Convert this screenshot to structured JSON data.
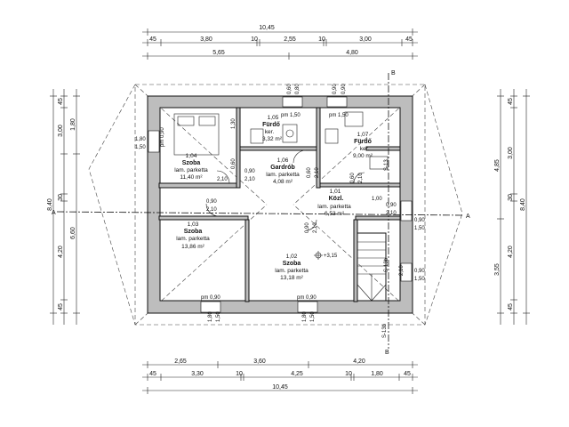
{
  "top_dims": {
    "row1": [
      "10,45"
    ],
    "row2": [
      "45",
      "3,80",
      "10",
      "2,55",
      "10",
      "3,00",
      "45"
    ],
    "row3": [
      "5,65",
      "4,80"
    ]
  },
  "bottom_dims": {
    "row1": [
      "2,65",
      "3,60",
      "4,20"
    ],
    "row2": [
      "45",
      "3,30",
      "10",
      "4,25",
      "10",
      "1,80",
      "45"
    ],
    "row3": [
      "10,45"
    ]
  },
  "left_dims": {
    "inner": [
      "45",
      "1,80",
      "3,00",
      "30",
      "4,20",
      "45"
    ],
    "mid": [
      "6,60"
    ],
    "outer": [
      "8,40"
    ]
  },
  "right_dims": {
    "inner": [
      "45",
      "3,00",
      "30",
      "4,20",
      "45"
    ],
    "mid": [
      "4,85",
      "3,55"
    ],
    "outer": [
      "8,40"
    ]
  },
  "rooms": [
    {
      "no": "1,04",
      "name": "Szoba",
      "floor": "lam. parketta",
      "area": "11,40 m²"
    },
    {
      "no": "1,05",
      "name": "Fürdő",
      "floor": "ker.",
      "area": "3,32 m²"
    },
    {
      "no": "1,06",
      "name": "Gardrób",
      "floor": "lam. parketta",
      "area": "4,08 m²"
    },
    {
      "no": "1,07",
      "name": "Fürdő",
      "floor": "ker.",
      "area": "9,00 m²"
    },
    {
      "no": "1,01",
      "name": "Közl.",
      "floor": "lam. parketta",
      "area": "6,53 m²"
    },
    {
      "no": "1,03",
      "name": "Szoba",
      "floor": "lam. parketta",
      "area": "13,86 m²"
    },
    {
      "no": "1,02",
      "name": "Szoba",
      "floor": "lam. parketta",
      "area": "13,18 m²"
    }
  ],
  "openings": {
    "pm150_a": "pm 1,50",
    "pm150_b": "pm 1,50",
    "pm090_a": "pm 0,90",
    "pm090_b": "pm 0,90",
    "pm090_c": "pm 0,90",
    "d_060": "0,60",
    "d_080": "0,80",
    "d_090a": "0,90",
    "d_090b": "0,90",
    "w_180": "1,80",
    "w_150": "1,50",
    "w_180b": "1,80",
    "w_150b": "1,50",
    "d_130": "1,30",
    "d_060b": "0,60",
    "d_210a": "2,10",
    "d_060c": "0,60",
    "d_210b": "2,10",
    "d_060d": "0,60",
    "d_210c": "2,10",
    "d_090c": "0,90",
    "d_210d": "2,10",
    "d_090d": "0,90",
    "d_210e": "2,10",
    "d_210f": "2,10",
    "d_090e": "0,90",
    "d_210g": "2,10",
    "d_100": "1,00",
    "w_090r": "0,90",
    "w_150r": "1,50",
    "w_090r2": "0,90",
    "w_150r2": "1,50",
    "b_180": "1,80",
    "b_150": "1,50",
    "b_180b": "1,80",
    "b_150b": "1,50",
    "st_090": "0,90",
    "st_210": "2,10",
    "s13": "S-13",
    "s135": "S-13b",
    "s13c": "S-13b"
  },
  "level": "+3,15",
  "sections": {
    "a_left": "A",
    "a_right": "A",
    "b_top": "B",
    "b_bottom": "B"
  }
}
